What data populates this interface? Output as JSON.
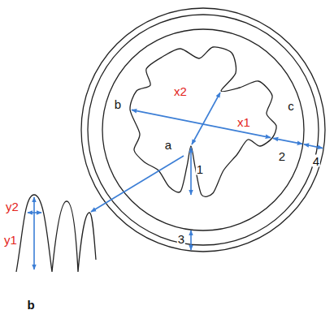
{
  "diagram": {
    "labels": [
      "x2",
      "b",
      "c",
      "x1",
      "a",
      "2",
      "4",
      "1",
      "3",
      "y2",
      "y1",
      "b"
    ]
  }
}
